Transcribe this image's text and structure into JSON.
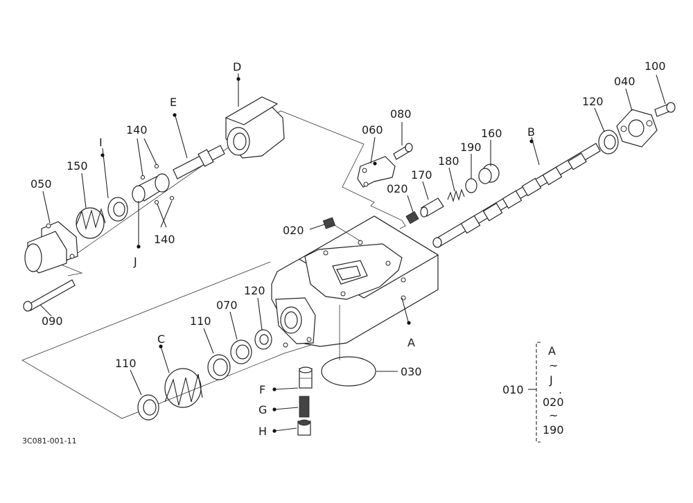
{
  "drawing_code": "3C081-001-11",
  "labels": {
    "l100": "100",
    "l040": "040",
    "l120_top": "120",
    "l160": "160",
    "lB": "B",
    "l080": "080",
    "l060": "060",
    "l190": "190",
    "l180": "180",
    "l170": "170",
    "l020_a": "020",
    "l020_b": "020",
    "lD": "D",
    "lE": "E",
    "l140_top": "140",
    "l140_bot": "140",
    "lI": "I",
    "l150": "150",
    "l050": "050",
    "lJ": "J",
    "l090": "090",
    "l120_mid": "120",
    "l070": "070",
    "l110_a": "110",
    "lC": "C",
    "l110_b": "110",
    "lA": "A",
    "l030": "030",
    "lF": "F",
    "lG": "G",
    "lH": "H"
  },
  "assembly_group": {
    "code": "010",
    "range_top": "A",
    "tilde_1": "~",
    "range_mid": "J",
    "range_dot": ".",
    "range_from": "020",
    "tilde_2": "~",
    "range_to": "190"
  }
}
